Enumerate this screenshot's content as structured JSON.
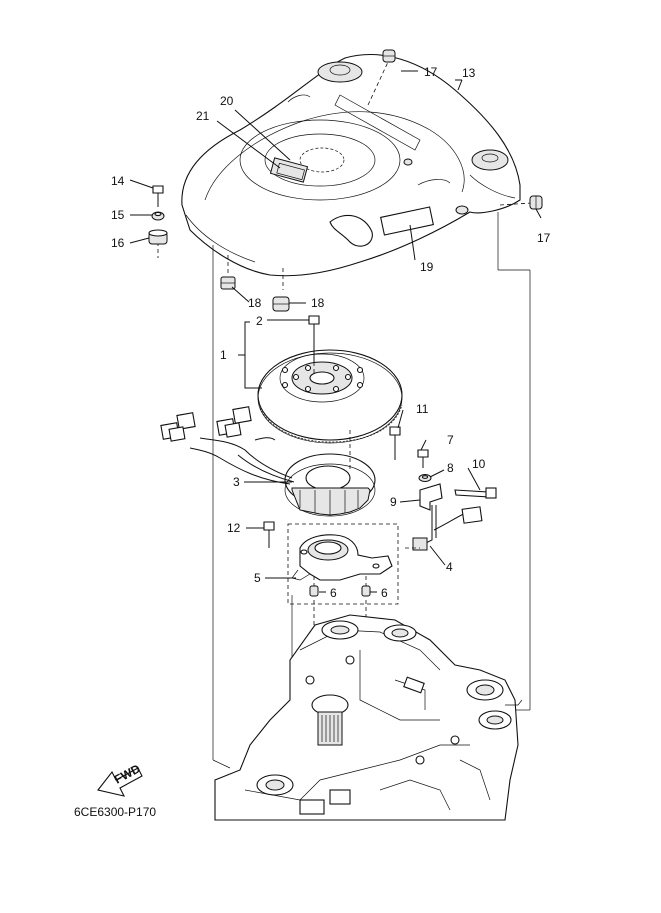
{
  "drawing_code": "6CE6300-P170",
  "fwd_label": "FWD",
  "callouts": {
    "p1": "1",
    "p2": "2",
    "p3": "3",
    "p4": "4",
    "p5": "5",
    "p6a": "6",
    "p6b": "6",
    "p7": "7",
    "p8": "8",
    "p9": "9",
    "p10": "10",
    "p11": "11",
    "p12": "12",
    "p13": "13",
    "p14": "14",
    "p15": "15",
    "p16": "16",
    "p17a": "17",
    "p17b": "17",
    "p18a": "18",
    "p18b": "18",
    "p19": "19",
    "p20": "20",
    "p21": "21"
  },
  "icons": {
    "fwd_arrow": "fwd-arrow-icon"
  }
}
